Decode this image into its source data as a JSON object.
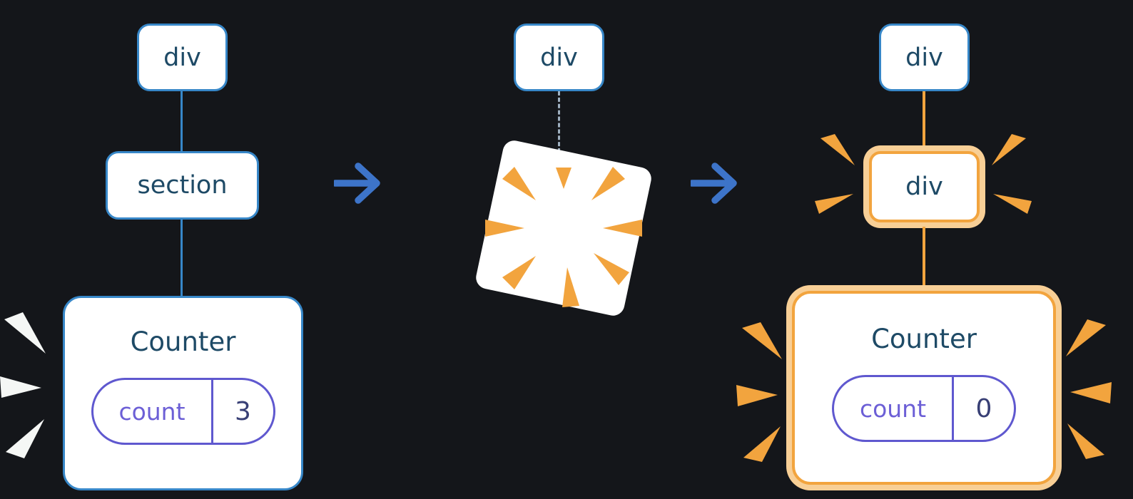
{
  "stages": {
    "before": {
      "root": "div",
      "child": "section",
      "component": "Counter",
      "state_key": "count",
      "state_value": "3"
    },
    "during": {
      "root": "div"
    },
    "after": {
      "root": "div",
      "child": "div",
      "component": "Counter",
      "state_key": "count",
      "state_value": "0"
    }
  },
  "colors": {
    "background": "#14161a",
    "node_border_blue": "#3787c8",
    "node_text": "#1e4a66",
    "connector_blue": "#3787c8",
    "connector_orange": "#f2a43e",
    "dashed_connector": "#9fb0c0",
    "arrow_blue": "#3d74c9",
    "highlight_orange": "#f2a43e",
    "highlight_orange_light": "#f8cf96",
    "pill_border": "#5f58cf",
    "pill_key_text": "#6c5fd6",
    "pill_value_text": "#383f75",
    "burst_white": "#f5f7f5",
    "card_background": "#ffffff"
  },
  "icons": {
    "arrow": "right-arrow",
    "poof": "poof-explosion",
    "spark": "spark-burst-wedge"
  }
}
